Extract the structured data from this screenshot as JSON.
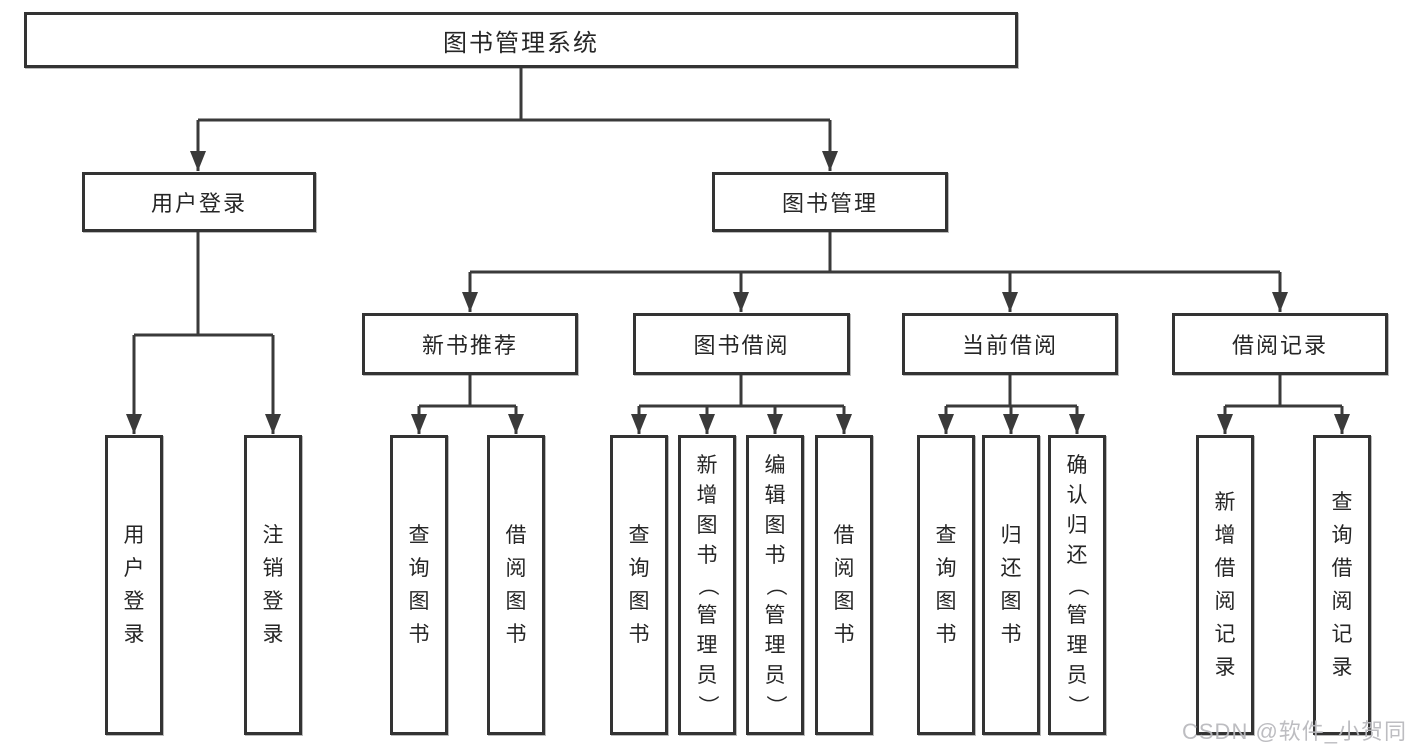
{
  "diagram": {
    "root": {
      "label": "图书管理系统"
    },
    "branches": [
      {
        "label": "用户登录",
        "children": [
          {
            "label": "用户登录"
          },
          {
            "label": "注销登录"
          }
        ]
      },
      {
        "label": "图书管理",
        "children": [
          {
            "label": "新书推荐",
            "children": [
              {
                "label": "查询图书"
              },
              {
                "label": "借阅图书"
              }
            ]
          },
          {
            "label": "图书借阅",
            "children": [
              {
                "label": "查询图书"
              },
              {
                "label": "新增图书（管理员）"
              },
              {
                "label": "编辑图书（管理员）"
              },
              {
                "label": "借阅图书"
              }
            ]
          },
          {
            "label": "当前借阅",
            "children": [
              {
                "label": "查询图书"
              },
              {
                "label": "归还图书"
              },
              {
                "label": "确认归还（管理员）"
              }
            ]
          },
          {
            "label": "借阅记录",
            "children": [
              {
                "label": "新增借阅记录"
              },
              {
                "label": "查询借阅记录"
              }
            ]
          }
        ]
      }
    ]
  },
  "watermark": {
    "text": "CSDN @软件_小贺同学"
  },
  "colors": {
    "box_border": "#333333",
    "connector": "#3a3a3a",
    "text": "#262626",
    "watermark": "#b9b9be",
    "background": "#ffffff"
  }
}
